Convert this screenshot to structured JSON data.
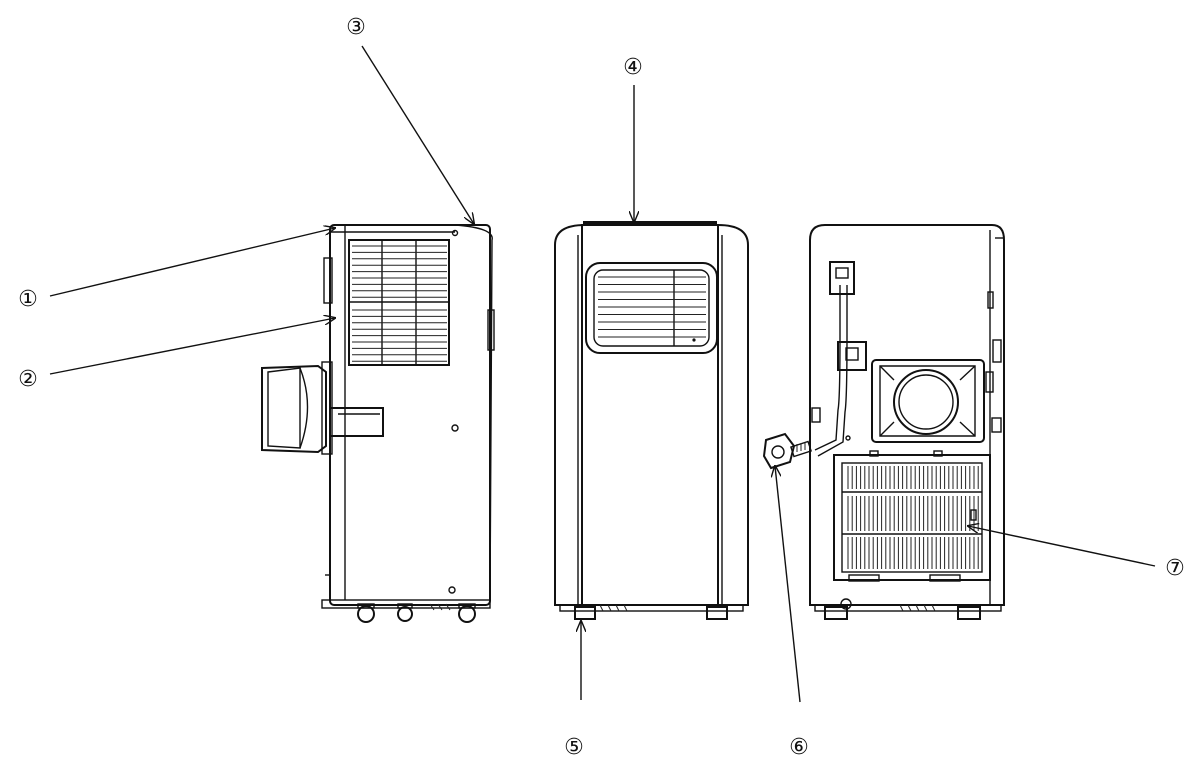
{
  "callouts": [
    {
      "id": "1",
      "label": "①"
    },
    {
      "id": "2",
      "label": "②"
    },
    {
      "id": "3",
      "label": "③"
    },
    {
      "id": "4",
      "label": "④"
    },
    {
      "id": "5",
      "label": "⑤"
    },
    {
      "id": "6",
      "label": "⑥"
    },
    {
      "id": "7",
      "label": "⑦"
    }
  ],
  "views": [
    "side-view",
    "front-view",
    "rear-view"
  ]
}
